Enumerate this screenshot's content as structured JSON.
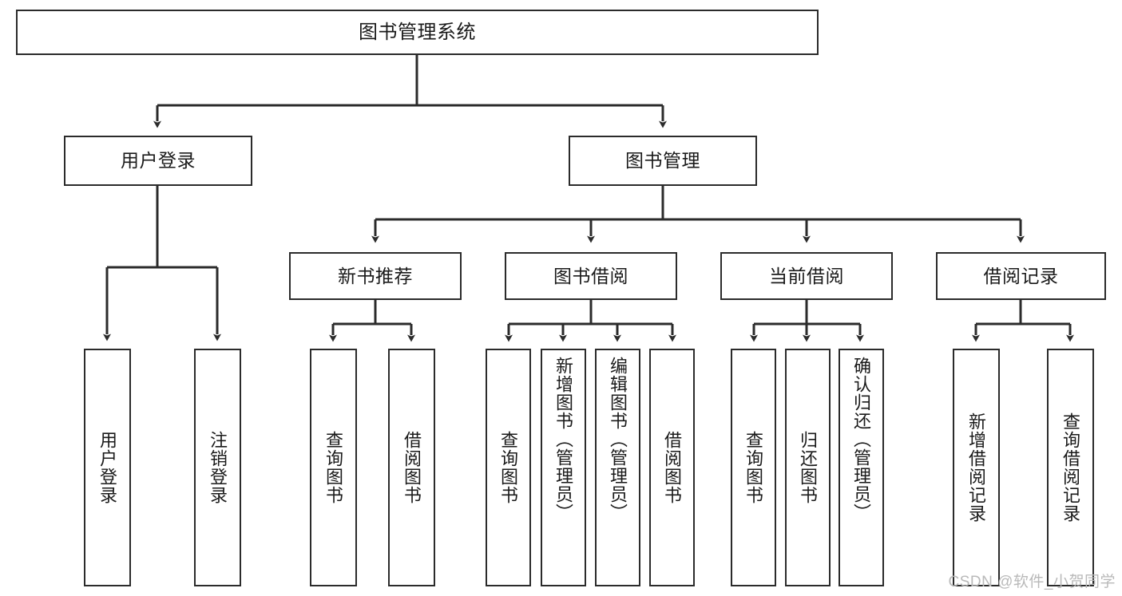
{
  "diagram": {
    "type": "tree-hierarchy-chart",
    "title": "图书管理系统",
    "watermark": "CSDN @软件_小贺同学",
    "colors": {
      "stroke": "#2b2b2b",
      "fill": "#ffffff",
      "text": "#1a1a1a",
      "watermark": "#b9b9b9"
    },
    "levels": {
      "root": {
        "label": "图书管理系统"
      },
      "level2": [
        {
          "id": "user-login",
          "label": "用户登录"
        },
        {
          "id": "book-manage",
          "label": "图书管理"
        }
      ],
      "level3": [
        {
          "id": "new-book-rec",
          "label": "新书推荐"
        },
        {
          "id": "book-borrow",
          "label": "图书借阅"
        },
        {
          "id": "current-borrow",
          "label": "当前借阅"
        },
        {
          "id": "borrow-record",
          "label": "借阅记录"
        }
      ],
      "level4": {
        "user-login": [
          {
            "id": "leaf-user-login",
            "label": "用户登录"
          },
          {
            "id": "leaf-logout",
            "label": "注销登录"
          }
        ],
        "new-book-rec": [
          {
            "id": "leaf-query-book-1",
            "label": "查询图书"
          },
          {
            "id": "leaf-borrow-book-1",
            "label": "借阅图书"
          }
        ],
        "book-borrow": [
          {
            "id": "leaf-query-book-2",
            "label": "查询图书"
          },
          {
            "id": "leaf-add-book",
            "label": "新增图书（管理员）"
          },
          {
            "id": "leaf-edit-book",
            "label": "编辑图书（管理员）"
          },
          {
            "id": "leaf-borrow-book-2",
            "label": "借阅图书"
          }
        ],
        "current-borrow": [
          {
            "id": "leaf-query-book-3",
            "label": "查询图书"
          },
          {
            "id": "leaf-return-book",
            "label": "归还图书"
          },
          {
            "id": "leaf-confirm-return",
            "label": "确认归还（管理员）"
          }
        ],
        "borrow-record": [
          {
            "id": "leaf-add-record",
            "label": "新增借阅记录"
          },
          {
            "id": "leaf-query-record",
            "label": "查询借阅记录"
          }
        ]
      }
    }
  }
}
